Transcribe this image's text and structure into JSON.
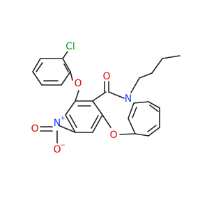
{
  "molecule": {
    "atoms": {
      "Cl": {
        "label": "Cl",
        "color": "#1a9e1a"
      },
      "O_ether_top": {
        "label": "O",
        "color": "#e00000"
      },
      "O_carbonyl": {
        "label": "O",
        "color": "#e00000"
      },
      "N_amide": {
        "label": "N",
        "color": "#1e3cff"
      },
      "O_ring": {
        "label": "O",
        "color": "#e00000"
      },
      "N_nitro": {
        "label": "N",
        "color": "#1e3cff"
      },
      "O_nitro_left": {
        "label": "O",
        "color": "#e00000"
      },
      "O_nitro_bottom": {
        "label": "O",
        "color": "#e00000"
      }
    },
    "charges": {
      "nitro_N": "+",
      "nitro_O": "−"
    },
    "bond_color": "#222222"
  }
}
